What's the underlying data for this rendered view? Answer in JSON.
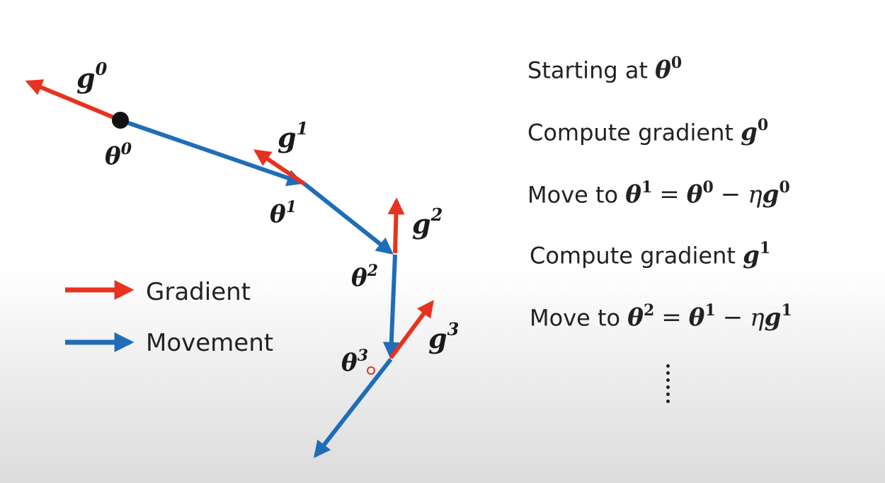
{
  "colors": {
    "gradient": "#e8321f",
    "movement": "#1f6db8",
    "text": "#222222"
  },
  "points": [
    {
      "symbol": "θ",
      "index": "0"
    },
    {
      "symbol": "θ",
      "index": "1"
    },
    {
      "symbol": "θ",
      "index": "2"
    },
    {
      "symbol": "θ",
      "index": "3"
    }
  ],
  "gradients": [
    {
      "symbol": "g",
      "index": "0"
    },
    {
      "symbol": "g",
      "index": "1"
    },
    {
      "symbol": "g",
      "index": "2"
    },
    {
      "symbol": "g",
      "index": "3"
    }
  ],
  "legend": {
    "gradient_label": "Gradient",
    "movement_label": "Movement"
  },
  "steps": {
    "s1_text": "Starting at ",
    "s2_text": "Compute gradient ",
    "s3_text": "Move to ",
    "s4_text": "Compute gradient ",
    "s5_text": "Move to ",
    "theta": "θ",
    "g": "g",
    "eta": "η",
    "equals": "=",
    "minus": "−",
    "i0": "0",
    "i1": "1",
    "i2": "2"
  }
}
